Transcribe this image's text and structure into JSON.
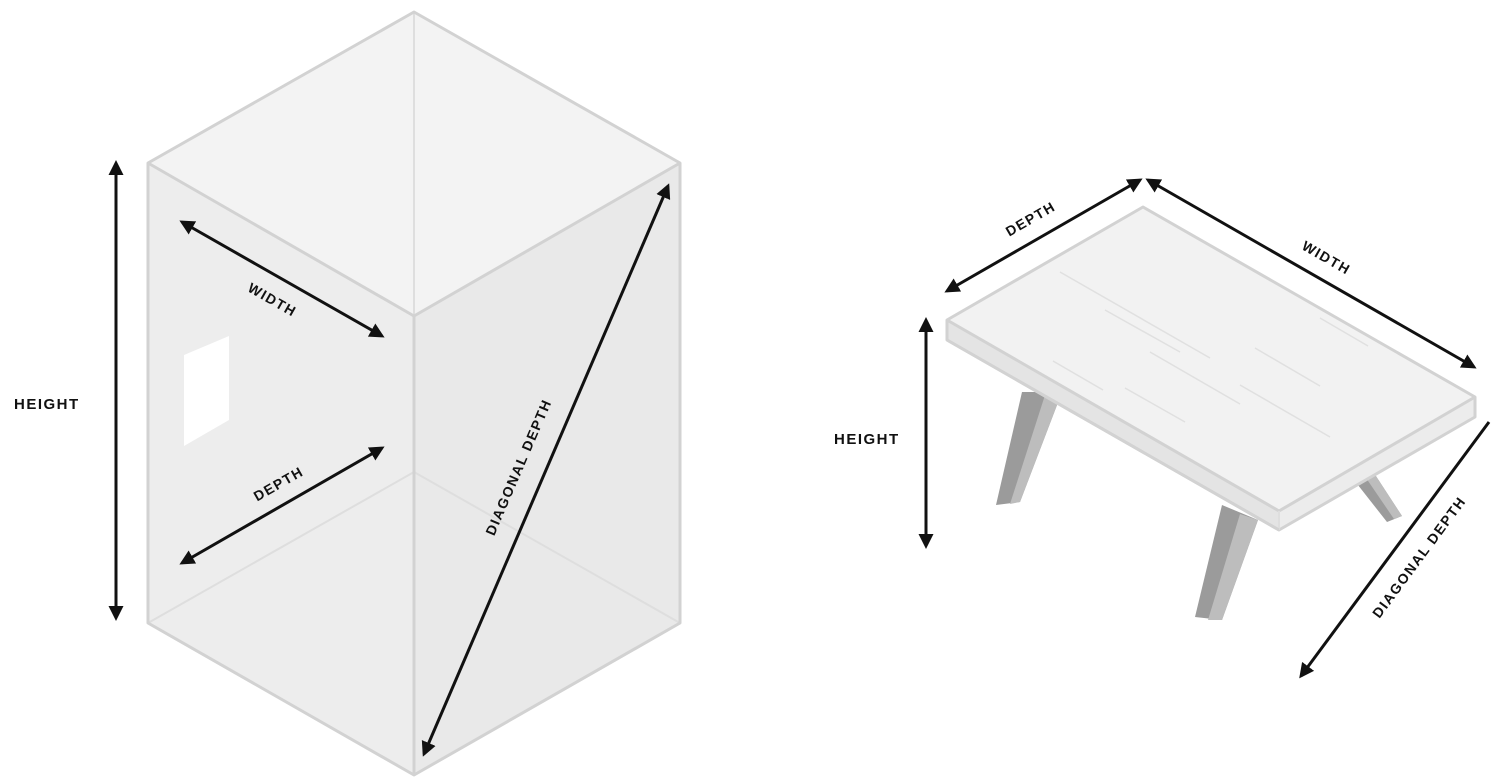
{
  "left_figure": {
    "height_label": "HEIGHT",
    "width_label": "WIDTH",
    "depth_label": "DEPTH",
    "diagonal_label": "DIAGONAL DEPTH"
  },
  "right_figure": {
    "height_label": "HEIGHT",
    "width_label": "WIDTH",
    "depth_label": "DEPTH",
    "diagonal_label": "DIAGONAL DEPTH"
  },
  "colors": {
    "outline": "#d2d2d2",
    "face_light": "#f0f0f0",
    "face_mid": "#e9e9e9",
    "leg": "#a3a3a3",
    "arrow": "#111111"
  }
}
